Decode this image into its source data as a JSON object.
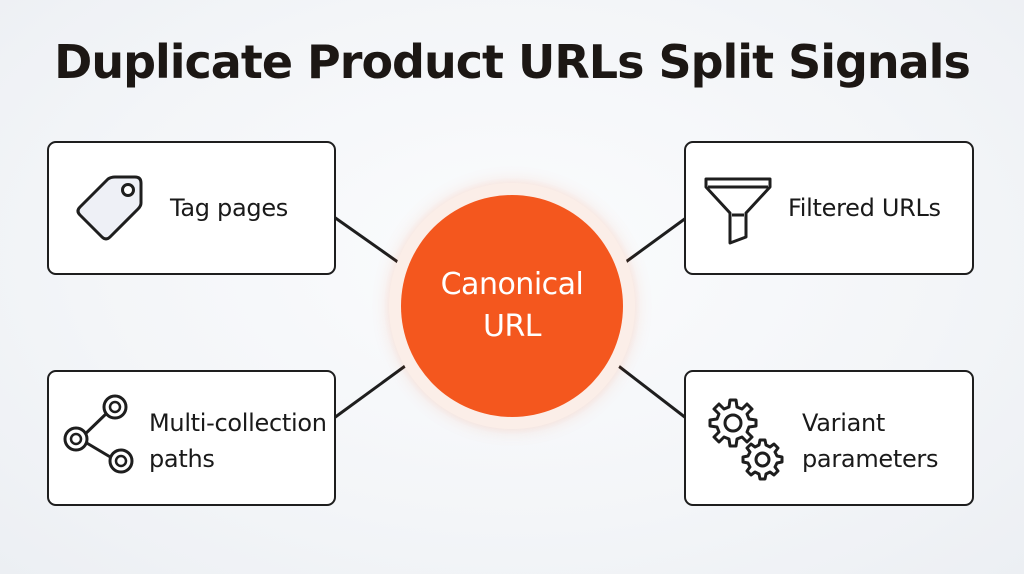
{
  "title": "Duplicate Product URLs Split Signals",
  "center": {
    "line1": "Canonical",
    "line2": "URL",
    "color": "#f4571e"
  },
  "nodes": {
    "top_left": {
      "label": "Tag pages",
      "icon": "tag-icon"
    },
    "top_right": {
      "label": "Filtered URLs",
      "icon": "filter-funnel-icon"
    },
    "bottom_left": {
      "line1": "Multi-collection",
      "line2": "paths",
      "icon": "share-nodes-icon"
    },
    "bottom_right": {
      "line1": "Variant",
      "line2": "parameters",
      "icon": "gears-icon"
    }
  },
  "colors": {
    "accent": "#f4571e",
    "text": "#1c1714",
    "border": "#1e1e1e"
  }
}
